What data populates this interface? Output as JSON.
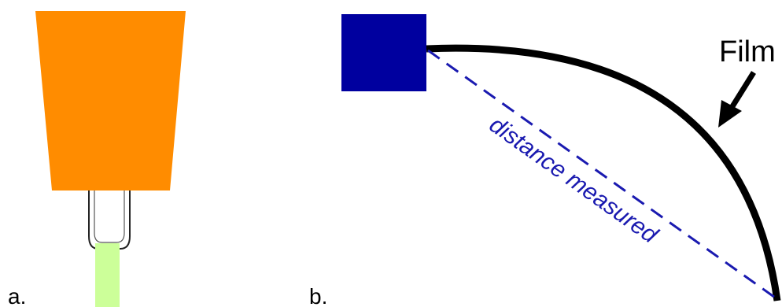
{
  "panels": {
    "a": {
      "label": "a."
    },
    "b": {
      "label": "b."
    }
  },
  "labels": {
    "film": "Film",
    "distance": "distance measured"
  },
  "colors": {
    "holder": "#ff8c00",
    "sample": "#ccff99",
    "source": "#00009f",
    "distance_line": "#1a1ab0",
    "film": "#000000"
  }
}
